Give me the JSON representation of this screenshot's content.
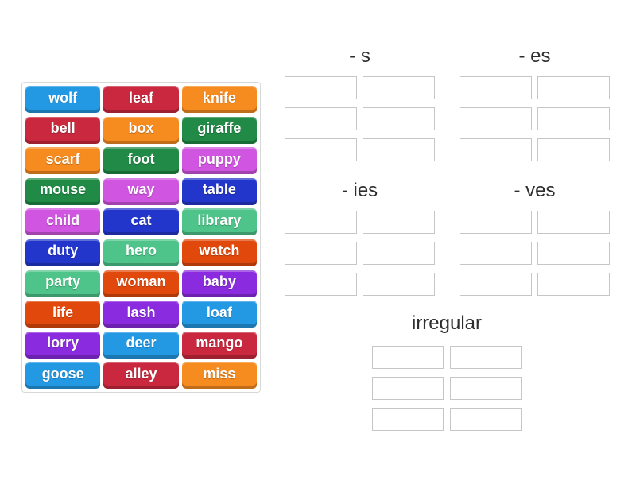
{
  "palette": {
    "light_blue": "#2499e3",
    "crimson": "#c9283e",
    "orange": "#f68b1f",
    "green": "#218a46",
    "orchid": "#d055e0",
    "dark_blue": "#2336cc",
    "sea_green": "#4ec48a",
    "vermillion": "#e1490c",
    "purple": "#8b2be0"
  },
  "word_bank": {
    "tiles": [
      {
        "label": "wolf",
        "color": "light_blue"
      },
      {
        "label": "leaf",
        "color": "crimson"
      },
      {
        "label": "knife",
        "color": "orange"
      },
      {
        "label": "bell",
        "color": "crimson"
      },
      {
        "label": "box",
        "color": "orange"
      },
      {
        "label": "giraffe",
        "color": "green"
      },
      {
        "label": "scarf",
        "color": "orange"
      },
      {
        "label": "foot",
        "color": "green"
      },
      {
        "label": "puppy",
        "color": "orchid"
      },
      {
        "label": "mouse",
        "color": "green"
      },
      {
        "label": "way",
        "color": "orchid"
      },
      {
        "label": "table",
        "color": "dark_blue"
      },
      {
        "label": "child",
        "color": "orchid"
      },
      {
        "label": "cat",
        "color": "dark_blue"
      },
      {
        "label": "library",
        "color": "sea_green"
      },
      {
        "label": "duty",
        "color": "dark_blue"
      },
      {
        "label": "hero",
        "color": "sea_green"
      },
      {
        "label": "watch",
        "color": "vermillion"
      },
      {
        "label": "party",
        "color": "sea_green"
      },
      {
        "label": "woman",
        "color": "vermillion"
      },
      {
        "label": "baby",
        "color": "purple"
      },
      {
        "label": "life",
        "color": "vermillion"
      },
      {
        "label": "lash",
        "color": "purple"
      },
      {
        "label": "loaf",
        "color": "light_blue"
      },
      {
        "label": "lorry",
        "color": "purple"
      },
      {
        "label": "deer",
        "color": "light_blue"
      },
      {
        "label": "mango",
        "color": "crimson"
      },
      {
        "label": "goose",
        "color": "light_blue"
      },
      {
        "label": "alley",
        "color": "crimson"
      },
      {
        "label": "miss",
        "color": "orange"
      }
    ]
  },
  "groups": [
    {
      "label": "- s",
      "rows": 3,
      "cols": 2
    },
    {
      "label": "- es",
      "rows": 3,
      "cols": 2
    },
    {
      "label": "- ies",
      "rows": 3,
      "cols": 2
    },
    {
      "label": "- ves",
      "rows": 3,
      "cols": 2
    },
    {
      "label": "irregular",
      "rows": 3,
      "cols": 2
    }
  ]
}
